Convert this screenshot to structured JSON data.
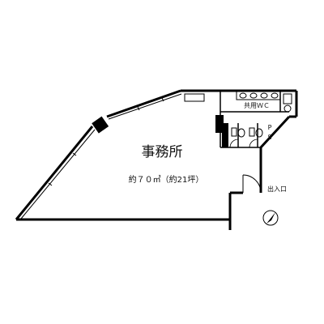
{
  "rooms": {
    "office": {
      "label": "事務所",
      "area": "約７０㎡（約21坪）"
    },
    "shared_wc": {
      "label": "共用ＷＣ"
    },
    "ps": {
      "label_top": "P",
      "label_bottom": "S"
    }
  },
  "entrance": {
    "label": "出入口"
  },
  "colors": {
    "wall": "#000000",
    "background": "#ffffff",
    "line": "#222222"
  },
  "icons": {
    "north": "north-arrow-icon"
  }
}
